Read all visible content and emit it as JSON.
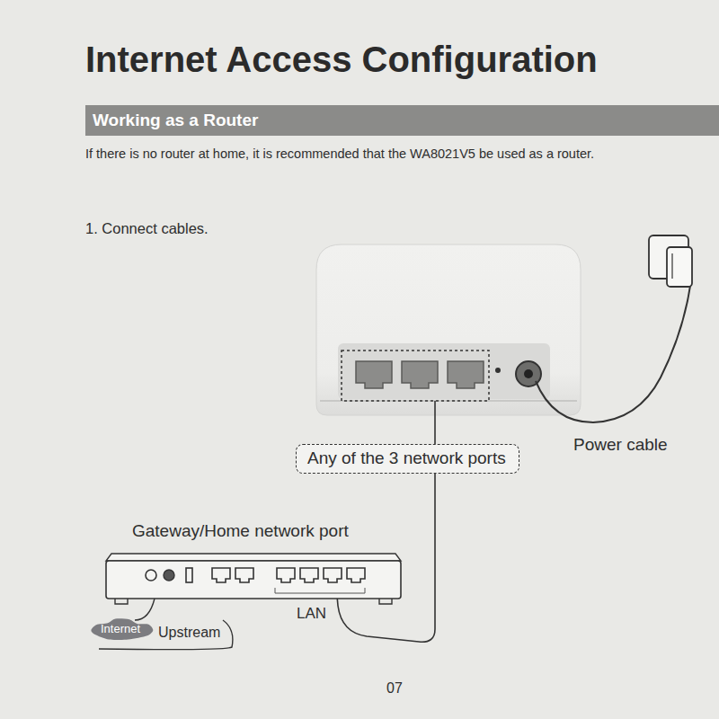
{
  "diagram": {
    "title": "Internet Access Configuration",
    "nodes": [
      {
        "text": [
          "Working as a Router"
        ]
      },
      {
        "text": [
          "Any of the 3 network ports"
        ]
      },
      {
        "text": [
          "Internet"
        ]
      }
    ],
    "labels": [
      "If there is no router at home, it is recommended that the WA8021V5 be used as a router.",
      "1. Connect cables.",
      "Power cable",
      "Gateway/Home network port",
      "LAN",
      "Upstream",
      "07"
    ]
  }
}
